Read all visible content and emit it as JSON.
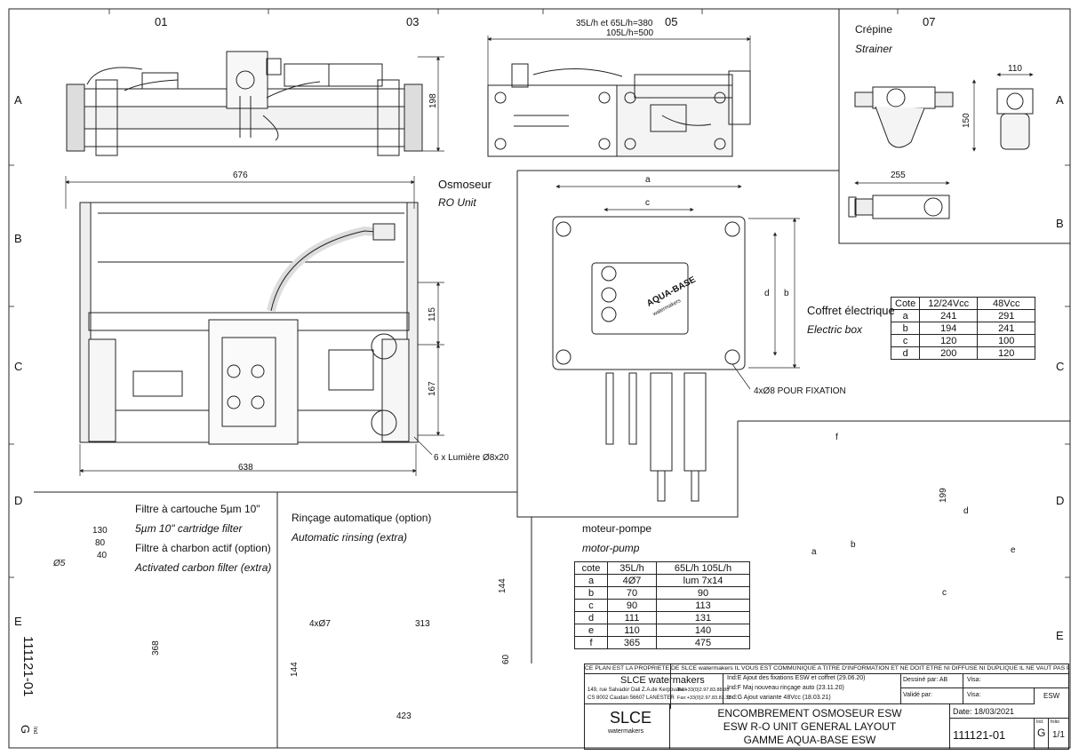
{
  "columns": [
    "01",
    "03",
    "05",
    "07"
  ],
  "rows": [
    "A",
    "B",
    "C",
    "D",
    "E"
  ],
  "strainer": {
    "title_fr": "Crépine",
    "title_en": "Strainer",
    "dims": [
      "110",
      "150",
      "255"
    ]
  },
  "top_view": {
    "dim_height": "198",
    "flow_note_1": "35L/h et 65L/h=380",
    "flow_note_2": "105L/h=500"
  },
  "ro_unit": {
    "title_fr": "Osmoseur",
    "title_en": "RO Unit",
    "dims": [
      "676",
      "115",
      "167",
      "638"
    ],
    "holes_note": "6 x Lumière Ø8x20"
  },
  "electric_box": {
    "title_fr": "Coffret électrique",
    "title_en": "Electric box",
    "dim_labels": [
      "a",
      "c",
      "d",
      "b"
    ],
    "fixing_note": "4xØ8 POUR FIXATION",
    "panel_logo": "AQUA-BASE",
    "panel_logo_sub": "watermakers",
    "table_headers": [
      "Cote",
      "12/24Vcc",
      "48Vcc"
    ],
    "table_rows": [
      [
        "a",
        "241",
        "291"
      ],
      [
        "b",
        "194",
        "241"
      ],
      [
        "c",
        "120",
        "100"
      ],
      [
        "d",
        "200",
        "120"
      ]
    ]
  },
  "cartridge_filter": {
    "line1": "Filtre à cartouche 5µm 10\"",
    "line2": "5µm 10\" cartridge filter",
    "line3": "Filtre à charbon actif (option)",
    "line4": "Activated carbon filter (extra)",
    "dims": [
      "130",
      "80",
      "40",
      "Ø5",
      "368"
    ]
  },
  "rinsing": {
    "title_fr": "Rinçage automatique (option)",
    "title_en": "Automatic rinsing (extra)",
    "dims": [
      "144",
      "4xØ7",
      "313",
      "60",
      "144",
      "423"
    ]
  },
  "motor_pump": {
    "title_fr": "moteur-pompe",
    "title_en": "motor-pump",
    "dim_labels": [
      "f",
      "199",
      "d",
      "b",
      "a",
      "c",
      "e"
    ],
    "table_headers": [
      "cote",
      "35L/h",
      "65L/h 105L/h"
    ],
    "table_rows": [
      [
        "a",
        "4Ø7",
        "lum 7x14"
      ],
      [
        "b",
        "70",
        "90"
      ],
      [
        "c",
        "90",
        "113"
      ],
      [
        "d",
        "111",
        "131"
      ],
      [
        "e",
        "110",
        "140"
      ],
      [
        "f",
        "365",
        "475"
      ]
    ]
  },
  "side_stamp": {
    "number": "111121-01",
    "rev": "G",
    "ind": "Ind"
  },
  "title_block": {
    "ownership": "CE PLAN EST LA PROPRIETE DE SLCE watermakers IL VOUS EST COMMUNIQUE A TITRE D'INFORMATION ET NE DOIT ETRE NI DIFFUSE NI DUPLIQUE IL NE VAUT PAS POUR EXECUTION",
    "company": "SLCE watermakers",
    "address1": "149, rue Salvador Dali Z.A.de Kerpouaran",
    "address2": "CS 8002 Caudan 56607 LANESTER",
    "tel": "Tel +33(0)2.97.83.88.88",
    "fax": "Fax:+33(0)2.97.83.83.33",
    "ind_e": "Ind:E Ajout des fixations ESW et coffret (29.06.20)",
    "ind_f": "Ind:F Maj nouveau rinçage auto (23.11.20)",
    "ind_g": "Ind:G Ajout variante 48Vcc (18.03.21)",
    "drawn_label": "Dessiné par: AB",
    "visa1": "Visa:",
    "validated_label": "Validé par:",
    "visa2": "Visa:",
    "esw": "ESW",
    "title1": "ENCOMBREMENT OSMOSEUR ESW",
    "title2": "ESW R-O UNIT GENERAL LAYOUT",
    "title3": "GAMME AQUA-BASE ESW",
    "date": "Date: 18/03/2021",
    "number": "111121-01",
    "ind_label": "Ind.",
    "ind_value": "G",
    "folio_label": "folio",
    "folio_value": "1/1",
    "logo": "SLCE",
    "logo_sub": "watermakers"
  }
}
